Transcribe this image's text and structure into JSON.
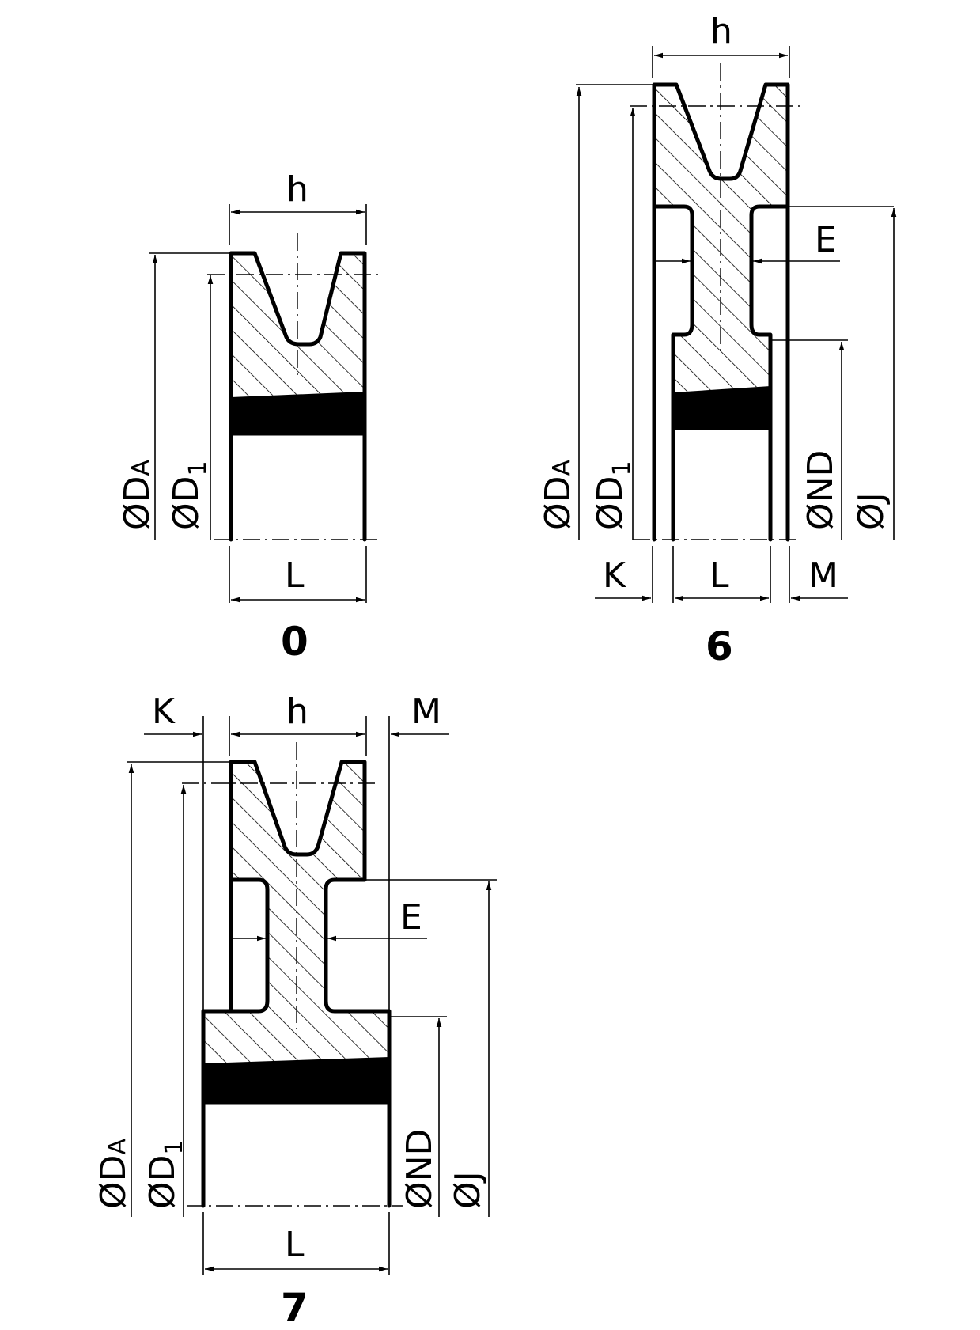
{
  "views": [
    {
      "label": "0",
      "dims": {
        "h": "h",
        "L": "L",
        "da": "ØD",
        "da_sub": "A",
        "d1": "ØD",
        "d1_sub": "1"
      }
    },
    {
      "label": "6",
      "dims": {
        "h": "h",
        "L": "L",
        "K": "K",
        "M": "M",
        "E": "E",
        "da": "ØD",
        "da_sub": "A",
        "d1": "ØD",
        "d1_sub": "1",
        "nd": "ØND",
        "j": "ØJ"
      }
    },
    {
      "label": "7",
      "dims": {
        "h": "h",
        "L": "L",
        "K": "K",
        "M": "M",
        "E": "E",
        "da": "ØD",
        "da_sub": "A",
        "d1": "ØD",
        "d1_sub": "1",
        "nd": "ØND",
        "j": "ØJ"
      }
    }
  ]
}
